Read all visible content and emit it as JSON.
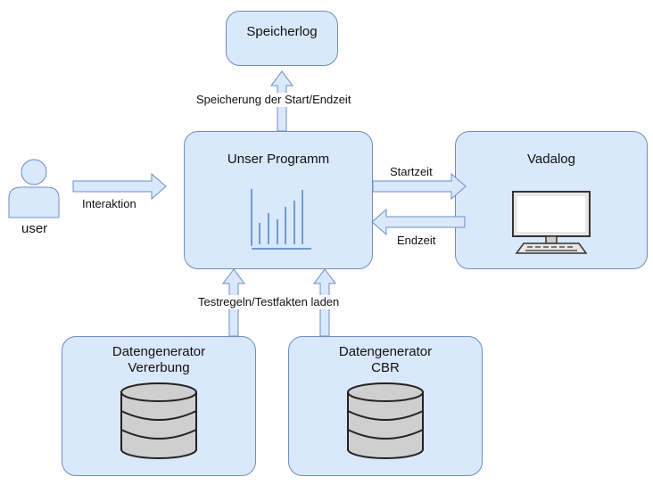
{
  "nodes": {
    "speicherlog": "Speicherlog",
    "programm": "Unser Programm",
    "vadalog": "Vadalog",
    "user": "user",
    "gen_vererbung": [
      "Datengenerator",
      "Vererbung"
    ],
    "gen_cbr": [
      "Datengenerator",
      "CBR"
    ]
  },
  "edges": {
    "interaktion": "Interaktion",
    "speicherung": "Speicherung der Start/Endzeit",
    "startzeit": "Startzeit",
    "endzeit": "Endzeit",
    "testregeln": "Testregeln/Testfakten laden"
  },
  "colors": {
    "fill": "#dae8fc",
    "stroke": "#6c8ebf",
    "icon": "#9ab7d6",
    "db": "#cfcfcf"
  }
}
